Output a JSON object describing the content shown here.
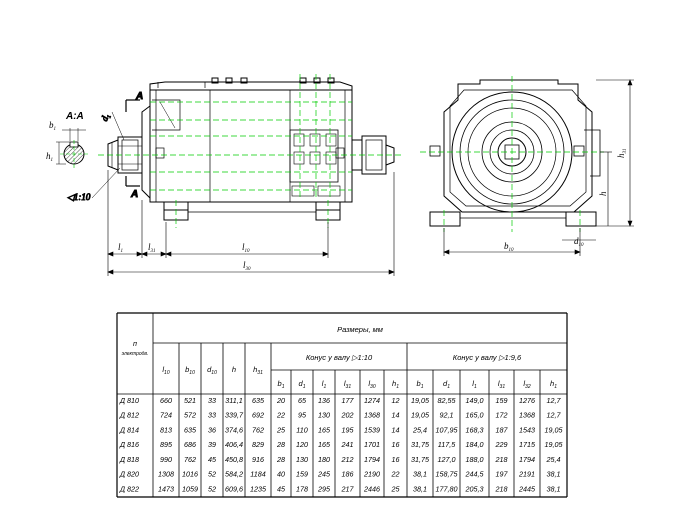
{
  "drawing": {
    "section_label": "A:A",
    "cut_label_top": "A",
    "cut_label_bottom": "A",
    "taper_note": "◁1:10",
    "dims": {
      "b1": "b",
      "b1_sub": "1",
      "h1": "h",
      "h1_sub": "1",
      "d1": "d",
      "d1_sub": "1",
      "l1": "l",
      "l1_sub": "1",
      "l31": "l",
      "l31_sub": "31",
      "l10": "l",
      "l10_sub": "10",
      "l30": "l",
      "l30_sub": "30",
      "h31": "h",
      "h31_sub": "31",
      "h": "h",
      "b10": "b",
      "b10_sub": "10",
      "d10": "d",
      "d10_sub": "10"
    }
  },
  "table": {
    "type_header_line1": "п",
    "type_header_line2": "электродв.",
    "dimensions_header": "Размеры, мм",
    "taper1_header": "Конус у валу ▷1:10",
    "taper2_header": "Конус у валу ▷1:9,6",
    "main_columns": [
      "l10",
      "b10",
      "d10",
      "h",
      "h31"
    ],
    "sub_columns_1": [
      "b1",
      "d1",
      "l1",
      "l31",
      "l30",
      "h1"
    ],
    "sub_columns_2": [
      "b1",
      "d1",
      "l1",
      "l31",
      "l32",
      "h1"
    ],
    "rows": [
      {
        "type": "Д 810",
        "l10": "660",
        "b10": "521",
        "d10": "33",
        "h": "311,1",
        "h31": "635",
        "a": [
          "20",
          "65",
          "136",
          "177",
          "1274",
          "12"
        ],
        "b": [
          "19,05",
          "82,55",
          "149,0",
          "159",
          "1276",
          "12,7"
        ]
      },
      {
        "type": "Д 812",
        "l10": "724",
        "b10": "572",
        "d10": "33",
        "h": "339,7",
        "h31": "692",
        "a": [
          "22",
          "95",
          "130",
          "202",
          "1368",
          "14"
        ],
        "b": [
          "19,05",
          "92,1",
          "165,0",
          "172",
          "1368",
          "12,7"
        ]
      },
      {
        "type": "Д 814",
        "l10": "813",
        "b10": "635",
        "d10": "36",
        "h": "374,6",
        "h31": "762",
        "a": [
          "25",
          "110",
          "165",
          "195",
          "1539",
          "14"
        ],
        "b": [
          "25,4",
          "107,95",
          "168,3",
          "187",
          "1543",
          "19,05"
        ]
      },
      {
        "type": "Д 816",
        "l10": "895",
        "b10": "686",
        "d10": "39",
        "h": "406,4",
        "h31": "829",
        "a": [
          "28",
          "120",
          "165",
          "241",
          "1701",
          "16"
        ],
        "b": [
          "31,75",
          "117,5",
          "184,0",
          "229",
          "1715",
          "19,05"
        ]
      },
      {
        "type": "Д 818",
        "l10": "990",
        "b10": "762",
        "d10": "45",
        "h": "450,8",
        "h31": "916",
        "a": [
          "28",
          "130",
          "180",
          "212",
          "1794",
          "16"
        ],
        "b": [
          "31,75",
          "127,0",
          "188,0",
          "218",
          "1794",
          "25,4"
        ]
      },
      {
        "type": "Д 820",
        "l10": "1308",
        "b10": "1016",
        "d10": "52",
        "h": "584,2",
        "h31": "1184",
        "a": [
          "40",
          "159",
          "245",
          "186",
          "2190",
          "22"
        ],
        "b": [
          "38,1",
          "158,75",
          "244,5",
          "197",
          "2191",
          "38,1"
        ]
      },
      {
        "type": "Д 822",
        "l10": "1473",
        "b10": "1059",
        "d10": "52",
        "h": "609,6",
        "h31": "1235",
        "a": [
          "45",
          "178",
          "295",
          "217",
          "2446",
          "25"
        ],
        "b": [
          "38,1",
          "177,80",
          "205,3",
          "218",
          "2445",
          "38,1"
        ]
      }
    ]
  }
}
